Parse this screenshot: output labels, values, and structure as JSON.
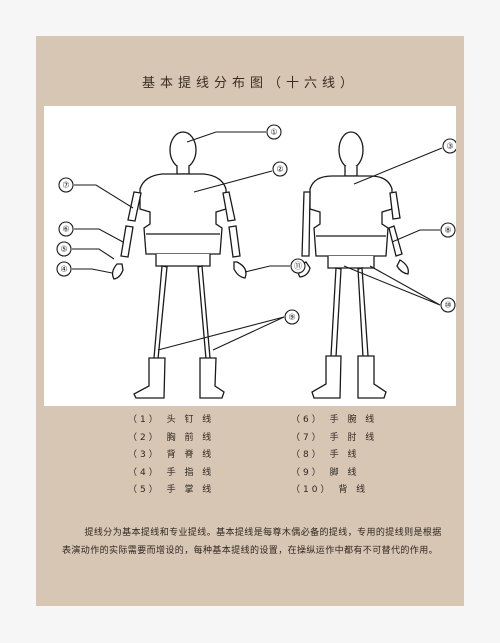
{
  "title": "基本提线分布图（十六线）",
  "callouts": [
    "①",
    "②",
    "⑦",
    "⑥",
    "⑤",
    "④",
    "⑪",
    "⑨",
    "③",
    "⑧",
    "⑩"
  ],
  "legend": [
    "（1） 头 钉 线",
    "（2） 胸 前 线",
    "（3） 背 脊 线",
    "（4） 手 指 线",
    "（5） 手 掌 线",
    "（6）  手 腕 线",
    "（7）  手 肘 线",
    "（8）  手    线",
    "（9）  脚    线",
    "（10） 背    线"
  ],
  "description": "提线分为基本提线和专业提线。基本提线是每尊木偶必备的提线，专用的提线则是根据表演动作的实际需要而增设的，每种基本提线的设置，在操纵运作中都有不可替代的作用。"
}
